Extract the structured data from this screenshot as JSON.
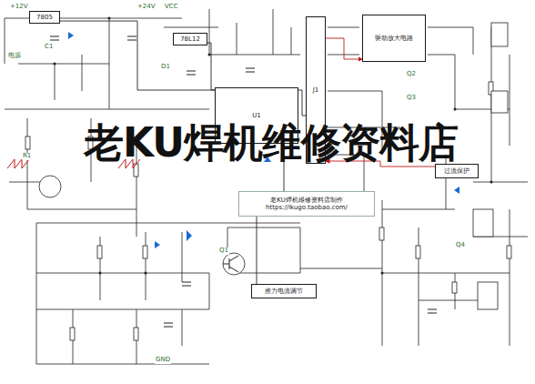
{
  "diagram": {
    "nodes": [
      {
        "text": [
          "7805"
        ]
      },
      {
        "text": [
          "78L12"
        ]
      },
      {
        "text": [
          "U1"
        ]
      },
      {
        "text": [
          "J1"
        ]
      },
      {
        "text": [
          "驱动放大电路"
        ]
      },
      {
        "text": [
          "老KU焊机维修资料店制作",
          "https://lkugo.taobao.com/"
        ]
      },
      {
        "text": [
          "过流保护"
        ]
      },
      {
        "text": [
          "推力电流调节"
        ]
      }
    ],
    "edges": [
      {
        "from": 0,
        "to": 2,
        "arrow": "none"
      },
      {
        "from": 1,
        "to": 2,
        "arrow": "none"
      },
      {
        "from": 2,
        "to": 3,
        "arrow": "none"
      },
      {
        "from": 3,
        "to": 4,
        "arrow": "to"
      },
      {
        "from": 2,
        "to": 7,
        "arrow": "none"
      },
      {
        "from": 6,
        "to": 3,
        "arrow": "to"
      }
    ],
    "labels": [
      "老KU焊机维修资料店",
      "+12V",
      "+24V",
      "C1",
      "R1",
      "D1",
      "Q1",
      "Q2",
      "Q3",
      "Q4",
      "VCC",
      "GND",
      "电源"
    ]
  }
}
